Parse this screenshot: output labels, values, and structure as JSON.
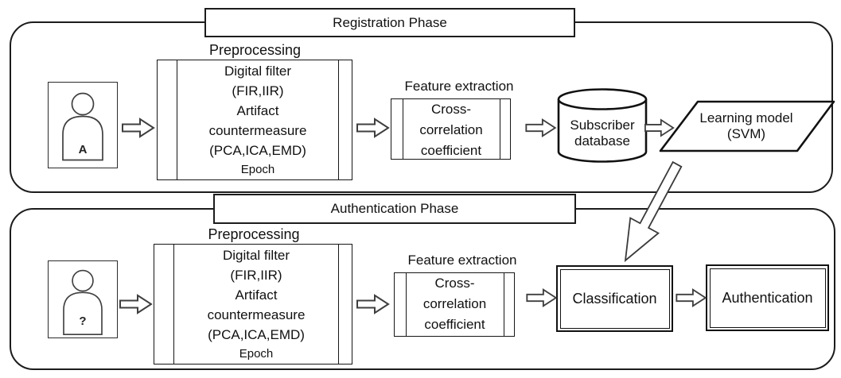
{
  "colors": {
    "background": "#ffffff",
    "line": "#1c1c1c",
    "arrow_outline": "#3f3f3f",
    "text": "#111111"
  },
  "registration": {
    "phase_label": "Registration Phase",
    "subject_label": "A",
    "preprocessing": {
      "title": "Preprocessing",
      "lines": [
        "Digital filter",
        "(FIR,IIR)",
        "Artifact",
        "countermeasure",
        "(PCA,ICA,EMD)"
      ],
      "epoch": "Epoch"
    },
    "feature_extraction": {
      "title": "Feature extraction",
      "lines": [
        "Cross-",
        "correlation",
        "coefficient"
      ]
    },
    "database": {
      "line1": "Subscriber",
      "line2": "database"
    },
    "learning_model": {
      "line1": "Learning model",
      "line2": "(SVM)"
    }
  },
  "authentication": {
    "phase_label": "Authentication Phase",
    "subject_label": "?",
    "preprocessing": {
      "title": "Preprocessing",
      "lines": [
        "Digital filter",
        "(FIR,IIR)",
        "Artifact",
        "countermeasure",
        "(PCA,ICA,EMD)"
      ],
      "epoch": "Epoch"
    },
    "feature_extraction": {
      "title": "Feature extraction",
      "lines": [
        "Cross-",
        "correlation",
        "coefficient"
      ]
    },
    "classification_label": "Classification",
    "authentication_label": "Authentication"
  },
  "icons": {
    "person": "person-silhouette",
    "flow_arrow": "hollow-right-arrow",
    "model_transfer_arrow": "hollow-diagonal-arrow",
    "database_shape": "cylinder",
    "model_shape": "parallelogram"
  }
}
